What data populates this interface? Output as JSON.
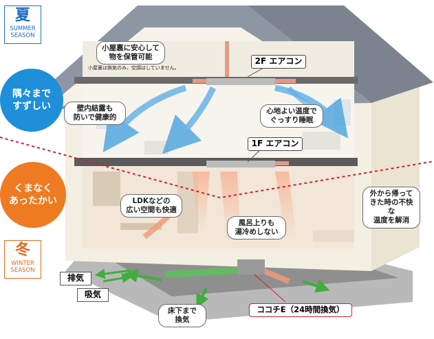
{
  "summer": {
    "kanji": "夏",
    "en_line1": "SUMMER",
    "en_line2": "SEASON",
    "color": "#1a6fc0"
  },
  "winter": {
    "kanji": "冬",
    "en_line1": "WINTER",
    "en_line2": "SEASON",
    "color": "#e8671c"
  },
  "circles": {
    "summer": {
      "line1": "隅々まで",
      "line2": "すずしい",
      "color": "#1e8fd8"
    },
    "winter": {
      "line1": "くまなく",
      "line2": "あったかい",
      "color": "#ee7a22"
    }
  },
  "labels": {
    "attic_line1": "小屋裏に安心して",
    "attic_line2": "物を保管可能",
    "attic_note": "小屋裏は換気のみ、空調はしていません。",
    "ac_2f": "2F エアコン",
    "ac_1f": "1F エアコン",
    "wall_line1": "壁内結露も",
    "wall_line2": "防いで健康的",
    "sleep_line1": "心地よい温度で",
    "sleep_line2": "ぐっすり睡眠",
    "ldk_line1": "LDKなどの",
    "ldk_line2": "広い空間も快適",
    "bath_line1": "風呂上りも",
    "bath_line2": "湯冷めしない",
    "home_line1": "外から帰って",
    "home_line2": "きた時の不快な",
    "home_line3": "温度を解消",
    "exhaust": "排気",
    "intake": "吸気",
    "underfloor_line1": "床下まで",
    "underfloor_line2": "換気",
    "system": "ココチE（24時間換気）"
  },
  "colors": {
    "cool_air": "#5fb0e6",
    "warm_air": "#f29a78",
    "fresh_air": "#5cc25a",
    "divider": "#d21e2b",
    "roof": "#8d97a3",
    "wall": "#f3eee2"
  }
}
